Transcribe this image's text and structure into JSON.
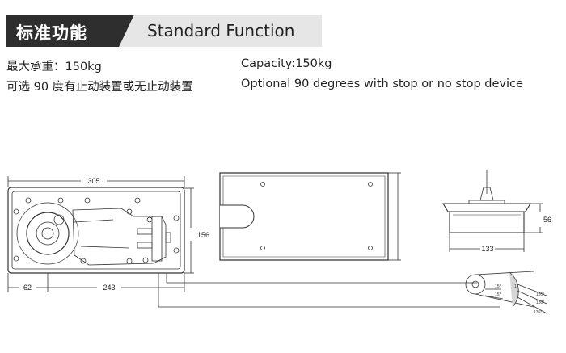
{
  "header": {
    "title_cn": "标准功能",
    "title_en": "Standard Function"
  },
  "specs": {
    "capacity_cn": "最大承重：150kg",
    "options_cn": "可选 90 度有止动装置或无止动装置",
    "capacity_en": "Capacity:150kg",
    "options_en": "Optional 90 degrees with stop or no stop device"
  },
  "drawing": {
    "dim_overall_length": "305",
    "dim_width": "156",
    "dim_left_offset": "62",
    "dim_center_length": "243",
    "dim_height": "56",
    "dim_base_width": "133",
    "angle_135_top": "135°",
    "angle_180": "180°",
    "angle_135_bottom": "135°",
    "angle_15_top": "15°",
    "angle_15_bottom": "15°",
    "stop_label": "1"
  }
}
